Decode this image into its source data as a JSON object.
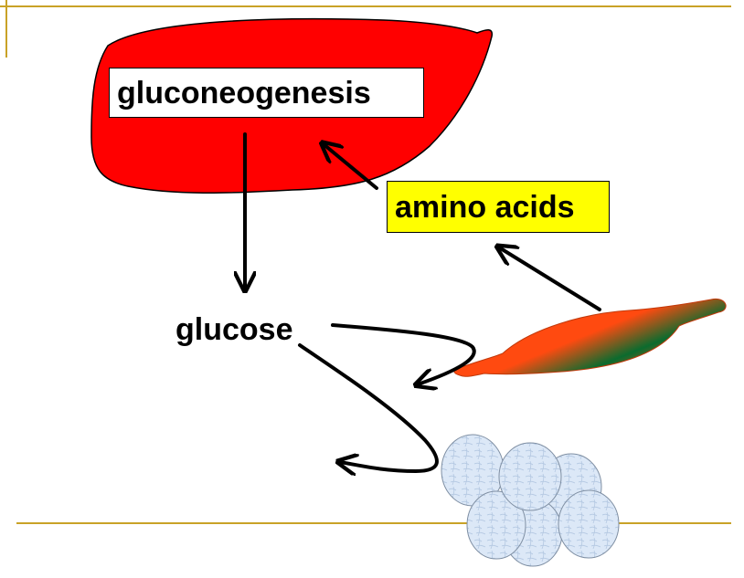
{
  "labels": {
    "gluconeogenesis": "gluconeogenesis",
    "amino_acids": "amino acids",
    "glucose": "glucose"
  },
  "icons": [
    "liver-icon",
    "muscle-icon",
    "fat-cells-icon"
  ],
  "colors": {
    "liver": "#ff0000",
    "amino_acids_box": "#ffff00",
    "muscle_ends": "#ff4a10",
    "muscle_center": "#0b6b2e",
    "fat_cell": "#dce8f7",
    "rule_lines": "#c9a227"
  }
}
